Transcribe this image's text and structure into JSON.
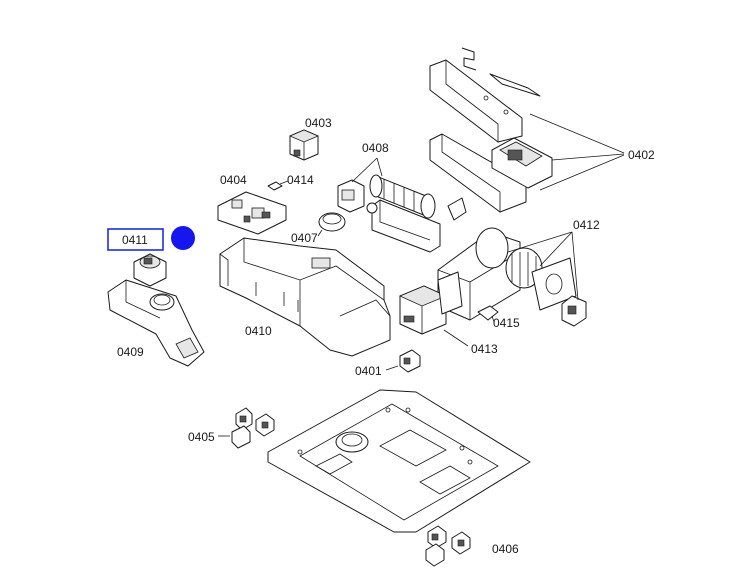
{
  "colors": {
    "highlight_border": "#1d2fd0",
    "highlight_dot": "#1616ee",
    "line": "#1a1a1a"
  },
  "callouts": {
    "p0401": "0401",
    "p0402": "0402",
    "p0403": "0403",
    "p0404": "0404",
    "p0405": "0405",
    "p0406": "0406",
    "p0407": "0407",
    "p0408": "0408",
    "p0409": "0409",
    "p0410": "0410",
    "p0411": "0411",
    "p0412": "0412",
    "p0413": "0413",
    "p0414": "0414",
    "p0415": "0415"
  },
  "selected": "0411"
}
